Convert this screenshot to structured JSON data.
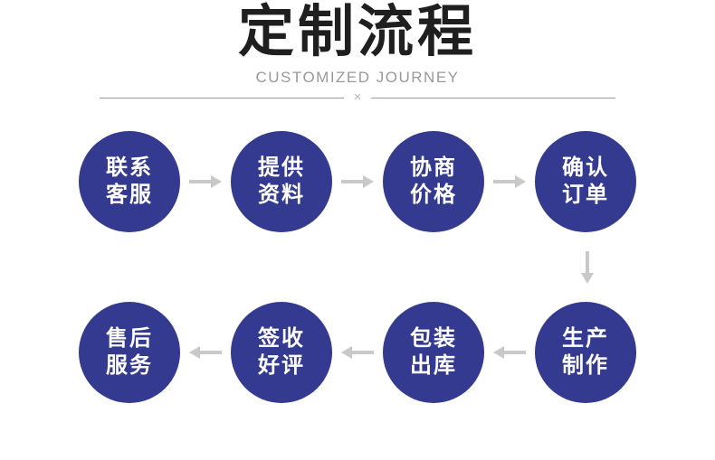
{
  "colors": {
    "accent": "#333a8f",
    "arrow": "#c9c9c9",
    "title": "#1f1f1f",
    "subtitle": "#999999",
    "divider": "#999999",
    "divider-mark": "#b5b5b5",
    "step-text": "#ffffff"
  },
  "header": {
    "title": "定制流程",
    "subtitle": "CUSTOMIZED JOURNEY",
    "divider_mark": "×"
  },
  "flow": {
    "row1": {
      "direction": "left-to-right",
      "steps": [
        {
          "line1": "联系",
          "line2": "客服"
        },
        {
          "line1": "提供",
          "line2": "资料"
        },
        {
          "line1": "协商",
          "line2": "价格"
        },
        {
          "line1": "确认",
          "line2": "订单"
        }
      ]
    },
    "row2": {
      "direction": "right-to-left",
      "steps": [
        {
          "line1": "售后",
          "line2": "服务"
        },
        {
          "line1": "签收",
          "line2": "好评"
        },
        {
          "line1": "包装",
          "line2": "出库"
        },
        {
          "line1": "生产",
          "line2": "制作"
        }
      ]
    }
  }
}
